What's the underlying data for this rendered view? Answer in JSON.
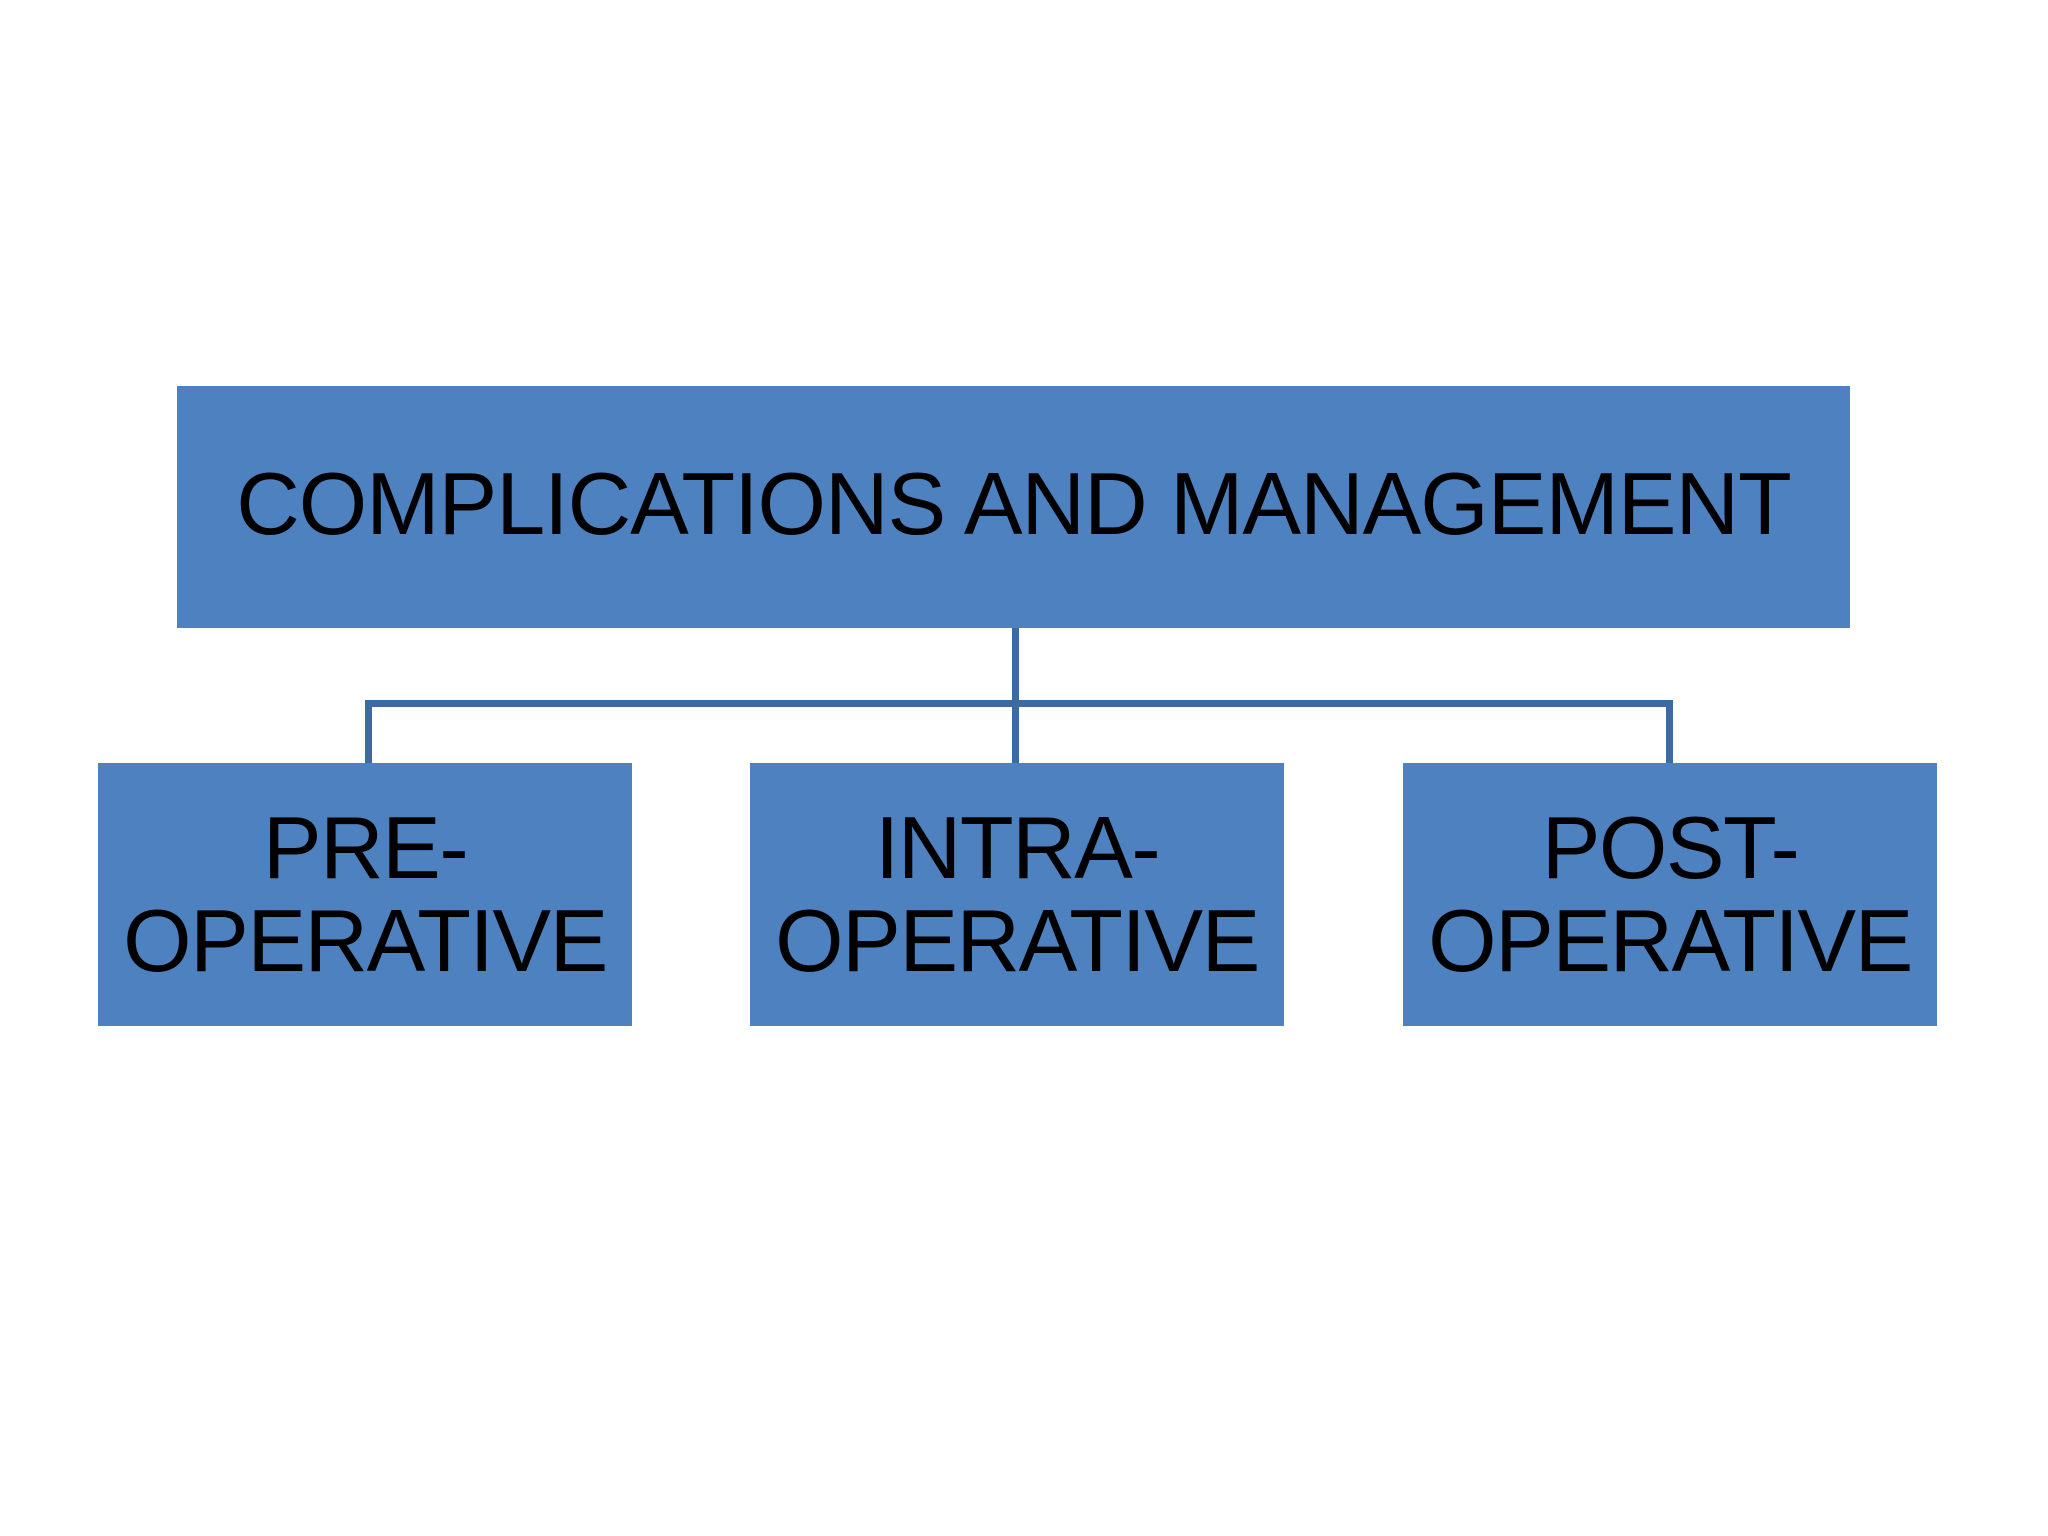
{
  "slide": {
    "background_color": "#FFFFFF",
    "box_fill_color": "#4E81C0",
    "connector_color": "#3D6AA3",
    "text_color": "#000000"
  },
  "diagram": {
    "type": "hierarchy",
    "root": {
      "label": "COMPLICATIONS AND MANAGEMENT"
    },
    "children": [
      {
        "label": "PRE-\nOPERATIVE"
      },
      {
        "label": "INTRA-\nOPERATIVE"
      },
      {
        "label": "POST-\nOPERATIVE"
      }
    ]
  }
}
